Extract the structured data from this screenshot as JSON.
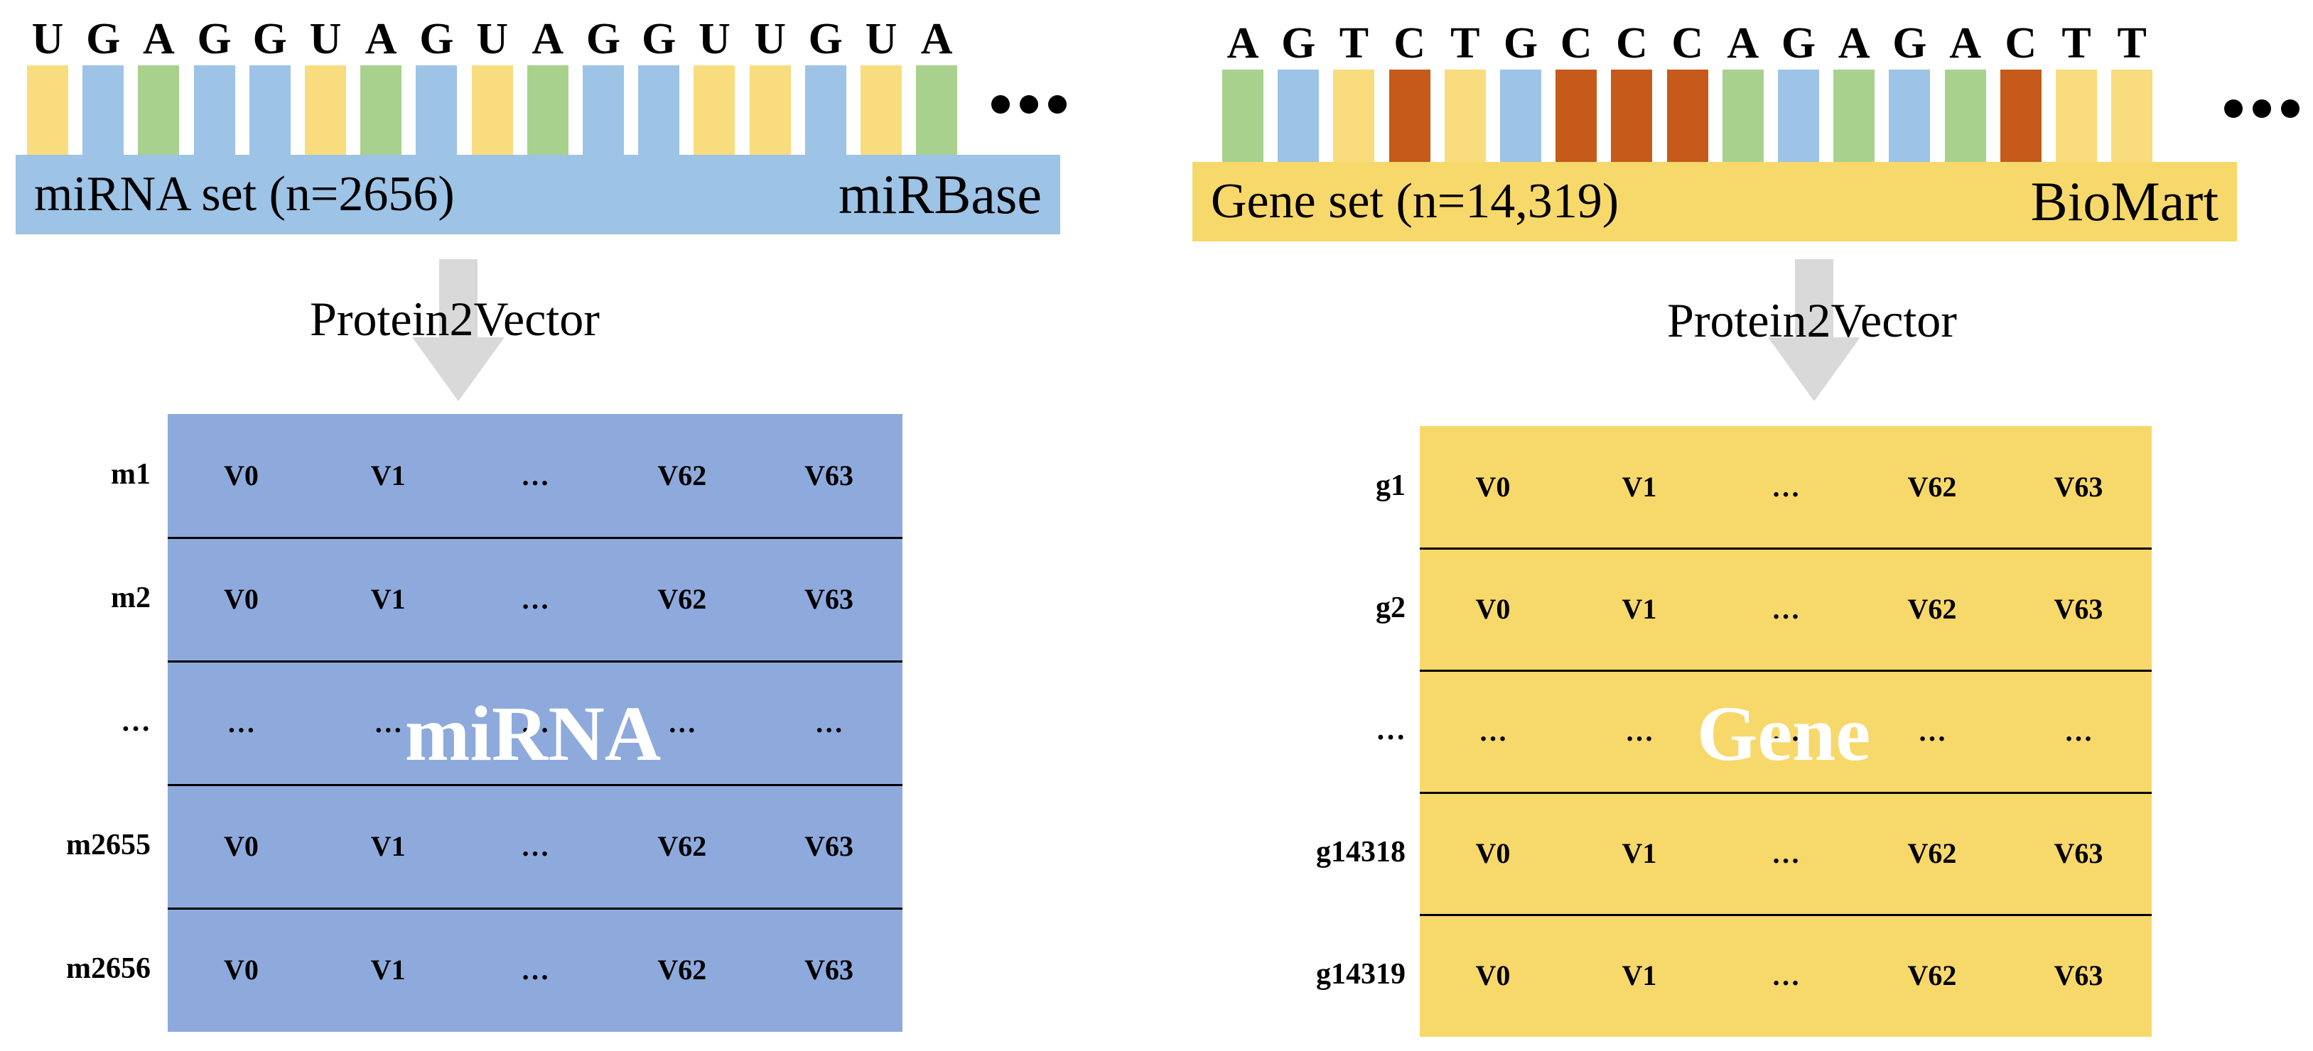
{
  "colors": {
    "A": "#a9d18e",
    "U": "#f9dc7e",
    "G": "#9dc3e6",
    "T": "#f9dc7e",
    "C": "#c55a1a",
    "mirna_band": "#9dc3e6",
    "gene_band": "#f7d86a",
    "mirna_matrix": "#8eaadc",
    "gene_matrix": "#f7d86a",
    "arrow": "#d9d9d9"
  },
  "mirna": {
    "sequence": [
      "U",
      "G",
      "A",
      "G",
      "G",
      "U",
      "A",
      "G",
      "U",
      "A",
      "G",
      "G",
      "U",
      "U",
      "G",
      "U",
      "A"
    ],
    "set_label": "miRNA set (n=2656)",
    "source": "miRBase",
    "method": "Protein2Vector",
    "matrix_title": "miRNA",
    "rows": [
      {
        "label": "m1",
        "cells": [
          "V0",
          "V1",
          "…",
          "V62",
          "V63"
        ]
      },
      {
        "label": "m2",
        "cells": [
          "V0",
          "V1",
          "…",
          "V62",
          "V63"
        ]
      },
      {
        "label": "…",
        "cells": [
          "…",
          "…",
          "…",
          "…",
          "…"
        ]
      },
      {
        "label": "m2655",
        "cells": [
          "V0",
          "V1",
          "…",
          "V62",
          "V63"
        ]
      },
      {
        "label": "m2656",
        "cells": [
          "V0",
          "V1",
          "…",
          "V62",
          "V63"
        ]
      }
    ]
  },
  "gene": {
    "sequence": [
      "A",
      "G",
      "T",
      "C",
      "T",
      "G",
      "C",
      "C",
      "C",
      "A",
      "G",
      "A",
      "G",
      "A",
      "C",
      "T",
      "T"
    ],
    "set_label": "Gene set (n=14,319)",
    "source": "BioMart",
    "method": "Protein2Vector",
    "matrix_title": "Gene",
    "rows": [
      {
        "label": "g1",
        "cells": [
          "V0",
          "V1",
          "…",
          "V62",
          "V63"
        ]
      },
      {
        "label": "g2",
        "cells": [
          "V0",
          "V1",
          "…",
          "V62",
          "V63"
        ]
      },
      {
        "label": "…",
        "cells": [
          "…",
          "…",
          "…",
          "…",
          "…"
        ]
      },
      {
        "label": "g14318",
        "cells": [
          "V0",
          "V1",
          "…",
          "V62",
          "V63"
        ]
      },
      {
        "label": "g14319",
        "cells": [
          "V0",
          "V1",
          "…",
          "V62",
          "V63"
        ]
      }
    ]
  }
}
